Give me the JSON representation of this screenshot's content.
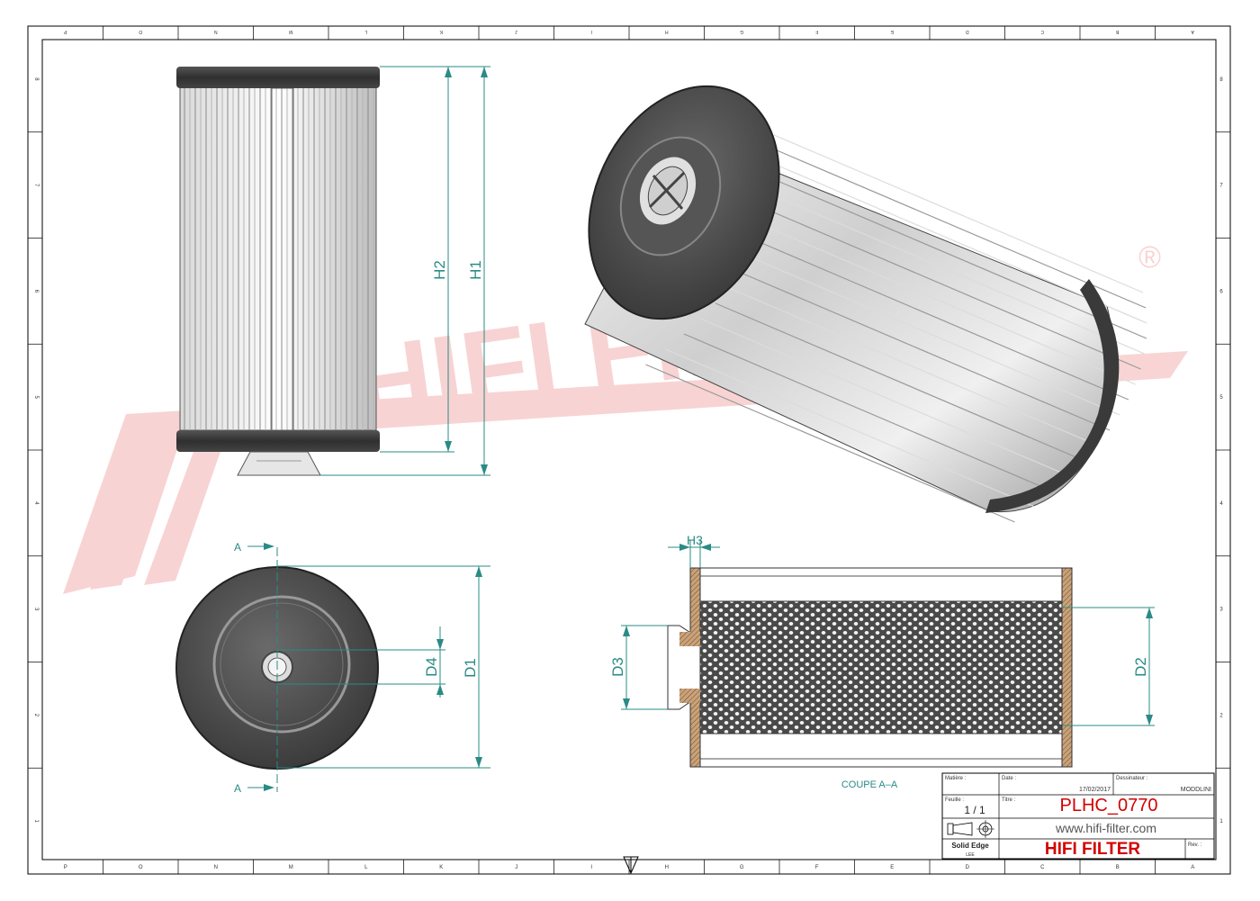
{
  "border": {
    "top_letters": [
      "P",
      "O",
      "N",
      "M",
      "L",
      "K",
      "J",
      "I",
      "H",
      "G",
      "F",
      "E",
      "D",
      "C",
      "B",
      "A"
    ],
    "bottom_letters": [
      "P",
      "O",
      "N",
      "M",
      "L",
      "K",
      "J",
      "I",
      "H",
      "G",
      "F",
      "E",
      "D",
      "C",
      "B",
      "A"
    ],
    "side_numbers": [
      "8",
      "7",
      "6",
      "5",
      "4",
      "3",
      "2",
      "1"
    ]
  },
  "watermark": {
    "text": "HIFI FILTER",
    "registered": "®",
    "color": "#e23b3b"
  },
  "dimensions": {
    "h1": "H1",
    "h2": "H2",
    "h3": "H3",
    "d1": "D1",
    "d2": "D2",
    "d3": "D3",
    "d4": "D4",
    "section_marker": "A"
  },
  "section_caption": "COUPE A–A",
  "title_block": {
    "matiere_label": "Matière :",
    "date_label": "Date :",
    "date_value": "17/02/2017",
    "dessinateur_label": "Dessinateur :",
    "dessinateur_value": "MODDLINI",
    "feuille_label": "Feuille :",
    "feuille_value": "1 / 1",
    "titre_label": "Titre :",
    "part_number": "PLHC_0770",
    "website": "www.hifi-filter.com",
    "render_mode": "Solid Edge",
    "render_sub": "LEE",
    "company": "HIFI FILTER",
    "rev_label": "Rev. :"
  },
  "colors": {
    "dimension": "#2a8b86",
    "part_number": "#d40000",
    "company": "#d40000",
    "cap": "#3a3a3a"
  }
}
